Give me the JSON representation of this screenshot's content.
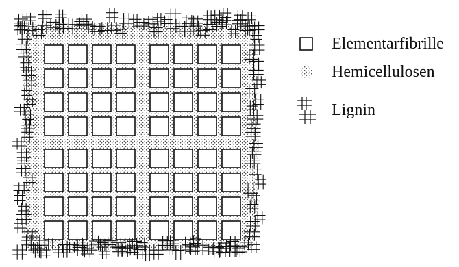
{
  "legend": {
    "fibril": {
      "label": "Elementarfibrille",
      "icon": "square-outline-icon"
    },
    "hemicellulose": {
      "label": "Hemicellulosen",
      "icon": "dotted-pattern-icon"
    },
    "lignin": {
      "label": "Lignin",
      "icon": "cross-hatch-icon"
    }
  },
  "diagram": {
    "fibril_grid": {
      "rows": 8,
      "columns": 8,
      "row_groups": [
        4,
        4
      ],
      "column_groups": [
        4,
        4
      ]
    }
  },
  "colors": {
    "ink": "#111111",
    "background": "#ffffff"
  }
}
